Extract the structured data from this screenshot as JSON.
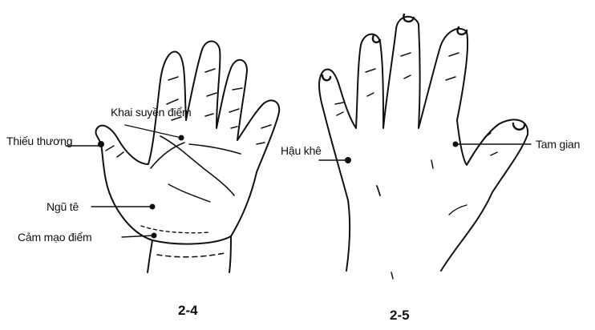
{
  "colors": {
    "ink": "#111111",
    "background": "#ffffff"
  },
  "figure_left": {
    "caption": "2-4",
    "points": [
      {
        "label": "Khai suyền điểm"
      },
      {
        "label": "Thiếu thương"
      },
      {
        "label": "Ngũ tê"
      },
      {
        "label": "Cảm mạo điểm"
      }
    ]
  },
  "figure_right": {
    "caption": "2-5",
    "points": [
      {
        "label": "Hậu khê"
      },
      {
        "label": "Tam gian"
      }
    ]
  }
}
